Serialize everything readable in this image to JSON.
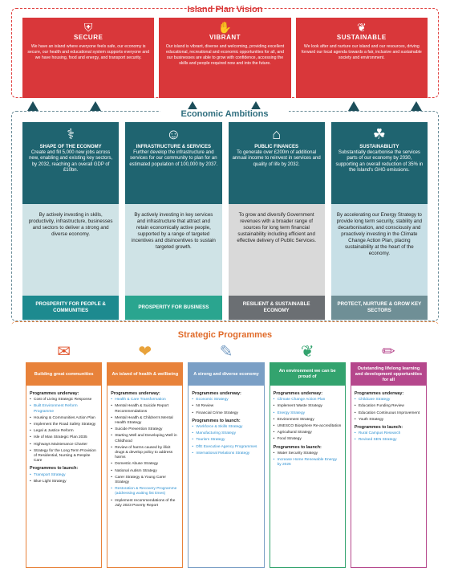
{
  "vision": {
    "title": "Island Plan Vision",
    "boxes": [
      {
        "icon": "shield-icon",
        "glyph": "⛨",
        "label": "SECURE",
        "text": "We have an island where everyone feels safe, our economy is secure, our health and educational system supports everyone and we have housing, food and energy, and transport security."
      },
      {
        "icon": "hands-icon",
        "glyph": "✋",
        "label": "VIBRANT",
        "text": "Our island is vibrant, diverse and welcoming, providing excellent educational, recreational and economic opportunities for all, and our businesses are able to grow with confidence, accessing the skills and people required now and into the future."
      },
      {
        "icon": "leaf-icon",
        "glyph": "❦",
        "label": "SUSTAINABLE",
        "text": "We look after and nurture our island and our resources, driving forward our local agenda towards a fair, inclusive and sustainable society and environment."
      }
    ]
  },
  "economic": {
    "title": "Economic Ambitions",
    "columns": [
      {
        "icon": "handshake-icon",
        "glyph": "⚕",
        "head": "SHAPE OF THE ECONOMY",
        "desc": "Create and fill 5,000 new jobs across new, enabling and existing key sectors, by 2032, reaching an overall GDP of £10bn.",
        "mid": "By actively investing in skills, productivity, infrastructure, businesses and sectors to deliver a strong and diverse economy.",
        "bottom": "PROSPERITY FOR PEOPLE & COMMUNITIES"
      },
      {
        "icon": "people-icon",
        "glyph": "☺",
        "head": "INFRASTRUCTURE & SERVICES",
        "desc": "Further develop the infrastructure and services for our community to plan for an estimated population of 100,000 by 2037.",
        "mid": "By actively investing in key services and infrastructure that attract and retain economically active people, supported by a range of targeted incentives and disincentives to sustain targeted growth.",
        "bottom": "PROSPERITY FOR BUSINESS"
      },
      {
        "icon": "bank-icon",
        "glyph": "⌂",
        "head": "PUBLIC FINANCES",
        "desc": "To generate over £200m of additional annual income to reinvest in services and quality of life by 2032.",
        "mid": "To grow and diversify Government revenues with a broader range of sources for long term financial sustainability including efficient and effective delivery of Public Services.",
        "bottom": "RESILIENT & SUSTAINABLE ECONOMY"
      },
      {
        "icon": "plant-hand-icon",
        "glyph": "☘",
        "head": "SUSTAINABILITY",
        "desc": "Substantially decarbonise the services parts of our economy by 2030, supporting an overall reduction of 35% in the Island's GHG emissions.",
        "mid": "By accelerating our Energy Strategy to provide long term security, stability and decarbonisation, and consciously and proactively investing in the Climate Change Action Plan, placing sustainability at the heart of the economy.",
        "bottom": "PROTECT, NURTURE & GROW KEY SECTORS"
      }
    ]
  },
  "strategic": {
    "title": "Strategic Programmes",
    "columns": [
      {
        "icon": "document-icon",
        "glyph": "✉",
        "head": "Building great communities",
        "sections": [
          {
            "label": "Programmes underway:",
            "items": [
              {
                "text": "Cost of Living Strategic Response",
                "hl": false
              },
              {
                "text": "Built Environment Reform Programme",
                "hl": true
              },
              {
                "text": "Housing & Communities Action Plan",
                "hl": false
              },
              {
                "text": "Implement the Road Safety Strategy",
                "hl": false
              },
              {
                "text": "Legal & Justice Reform",
                "hl": false
              },
              {
                "text": "Isle of Man Strategic Plan 2035",
                "hl": false
              },
              {
                "text": "Highways Maintenance Charter",
                "hl": false
              },
              {
                "text": "Strategy for the Long Term Provision of Residential, Nursing & Respite Care",
                "hl": false
              }
            ]
          },
          {
            "label": "Programmes to launch:",
            "items": [
              {
                "text": "Transport Strategy",
                "hl": true
              },
              {
                "text": "Blue Light Strategy",
                "hl": false
              }
            ]
          }
        ]
      },
      {
        "icon": "shield-heart-icon",
        "glyph": "❤",
        "head": "An island of health & wellbeing",
        "sections": [
          {
            "label": "Programmes underway:",
            "items": [
              {
                "text": "Health & Care Transformation",
                "hl": true
              },
              {
                "text": "Mental Health & Suicide Report Recommendations",
                "hl": false
              },
              {
                "text": "Mental Health & Children's Mental Health Strategy",
                "hl": false
              },
              {
                "text": "Suicide Prevention Strategy",
                "hl": false
              },
              {
                "text": "Starting Well and Developing Well in Childhood",
                "hl": false
              },
              {
                "text": "Review of harms caused by illicit drugs & develop policy to address harms",
                "hl": false
              },
              {
                "text": "Domestic Abuse Strategy",
                "hl": false
              },
              {
                "text": "National Autism Strategy",
                "hl": false
              },
              {
                "text": "Carer Strategy & Young Carer Strategy",
                "hl": false
              },
              {
                "text": "Restoration & Recovery Programme (addressing waiting list times)",
                "hl": true
              },
              {
                "text": "Implement recommendations of the July 2023 Poverty Report",
                "hl": false
              }
            ]
          }
        ]
      },
      {
        "icon": "pen-icon",
        "glyph": "✎",
        "head": "A strong and diverse economy",
        "sections": [
          {
            "label": "Programmes underway:",
            "items": [
              {
                "text": "Economic Strategy",
                "hl": true
              },
              {
                "text": "NI Review",
                "hl": false
              },
              {
                "text": "Financial Crime Strategy",
                "hl": false
              }
            ]
          },
          {
            "label": "Programmes to launch:",
            "items": [
              {
                "text": "Workforce & Skills Strategy",
                "hl": true
              },
              {
                "text": "Manufacturing Strategy",
                "hl": true
              },
              {
                "text": "Tourism Strategy",
                "hl": true
              },
              {
                "text": "DfE Executive Agency Programmes",
                "hl": true
              },
              {
                "text": "International Relations Strategy",
                "hl": true
              }
            ]
          }
        ]
      },
      {
        "icon": "leaf-icon",
        "glyph": "❦",
        "head": "An environment we can be proud of",
        "sections": [
          {
            "label": "Programmes underway:",
            "items": [
              {
                "text": "Climate Change Action Plan",
                "hl": true
              },
              {
                "text": "Implement Waste Strategy",
                "hl": false
              },
              {
                "text": "Energy Strategy",
                "hl": true
              },
              {
                "text": "Environment Strategy",
                "hl": false
              },
              {
                "text": "UNESCO Biosphere Re-accreditation",
                "hl": false
              },
              {
                "text": "Agricultural Strategy",
                "hl": false
              },
              {
                "text": "Food Strategy",
                "hl": false
              }
            ]
          },
          {
            "label": "Programmes to launch:",
            "items": [
              {
                "text": "Water Security Strategy",
                "hl": false
              },
              {
                "text": "Increase Home Renewable Energy by 2026",
                "hl": true
              }
            ]
          }
        ]
      },
      {
        "icon": "pencil-icon",
        "glyph": "✏",
        "head": "Outstanding lifelong learning and development opportunities for all",
        "sections": [
          {
            "label": "Programmes underway:",
            "items": [
              {
                "text": "Childcare Strategy",
                "hl": true
              },
              {
                "text": "Education Funding Review",
                "hl": false
              },
              {
                "text": "Education Continuous Improvement",
                "hl": false
              },
              {
                "text": "Youth Strategy",
                "hl": false
              }
            ]
          },
          {
            "label": "Programmes to launch:",
            "items": [
              {
                "text": "Rural Campus Research",
                "hl": true
              },
              {
                "text": "Revised SEN Strategy",
                "hl": true
              }
            ]
          }
        ]
      }
    ]
  },
  "colors": {
    "vision_red": "#d9373a",
    "econ_top": [
      "#1f6470",
      "#1f6470",
      "#1f6470",
      "#1f6470"
    ],
    "econ_mid": [
      "#cfe3e6",
      "#cfe3e6",
      "#d9d9d9",
      "#c7dfe6"
    ],
    "econ_bottom": [
      "#1d8a8f",
      "#2aa58f",
      "#6b6f73",
      "#6f8f96"
    ],
    "strat": [
      "#e8823a",
      "#e8823a",
      "#7a9fc5",
      "#33a36e",
      "#b5478c"
    ],
    "strat_icon": [
      "#e0522a",
      "#e8a23a",
      "#7a9fc5",
      "#33a36e",
      "#b5478c"
    ]
  }
}
